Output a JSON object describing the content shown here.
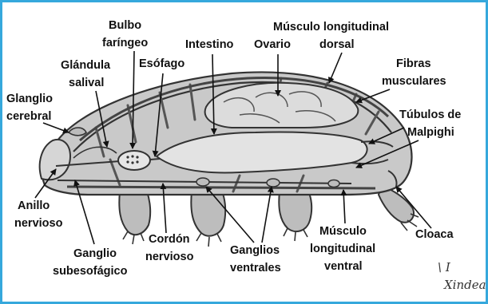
{
  "colors": {
    "frame": "#36a8dc",
    "body_fill": "#c8c8c8",
    "organ_fill": "#e2e2e2",
    "outline": "#333333",
    "label": "#111111"
  },
  "labels": {
    "bulbo": [
      "Bulbo",
      "faríngeo"
    ],
    "intestino": "Intestino",
    "ovario": "Ovario",
    "musculo_dorsal": [
      "Músculo longitudinal",
      "dorsal"
    ],
    "glandula": [
      "Glándula",
      "salival"
    ],
    "esofago": "Esófago",
    "fibras": [
      "Fibras",
      "musculares"
    ],
    "glanglio": [
      "Glanglio",
      "cerebral"
    ],
    "tubulos": [
      "Túbulos de",
      "Malpighi"
    ],
    "anillo": [
      "Anillo",
      "nervioso"
    ],
    "cordon": [
      "Cordón",
      "nervioso"
    ],
    "ganglios_ventrales": [
      "Ganglios",
      "ventrales"
    ],
    "musculo_ventral": [
      "Músculo",
      "longitudinal",
      "ventral"
    ],
    "cloaca": "Cloaca",
    "ganglio_subesofagico": [
      "Ganglio",
      "subesofágico"
    ]
  },
  "signature": [
    "\\ I",
    "Xindea"
  ]
}
